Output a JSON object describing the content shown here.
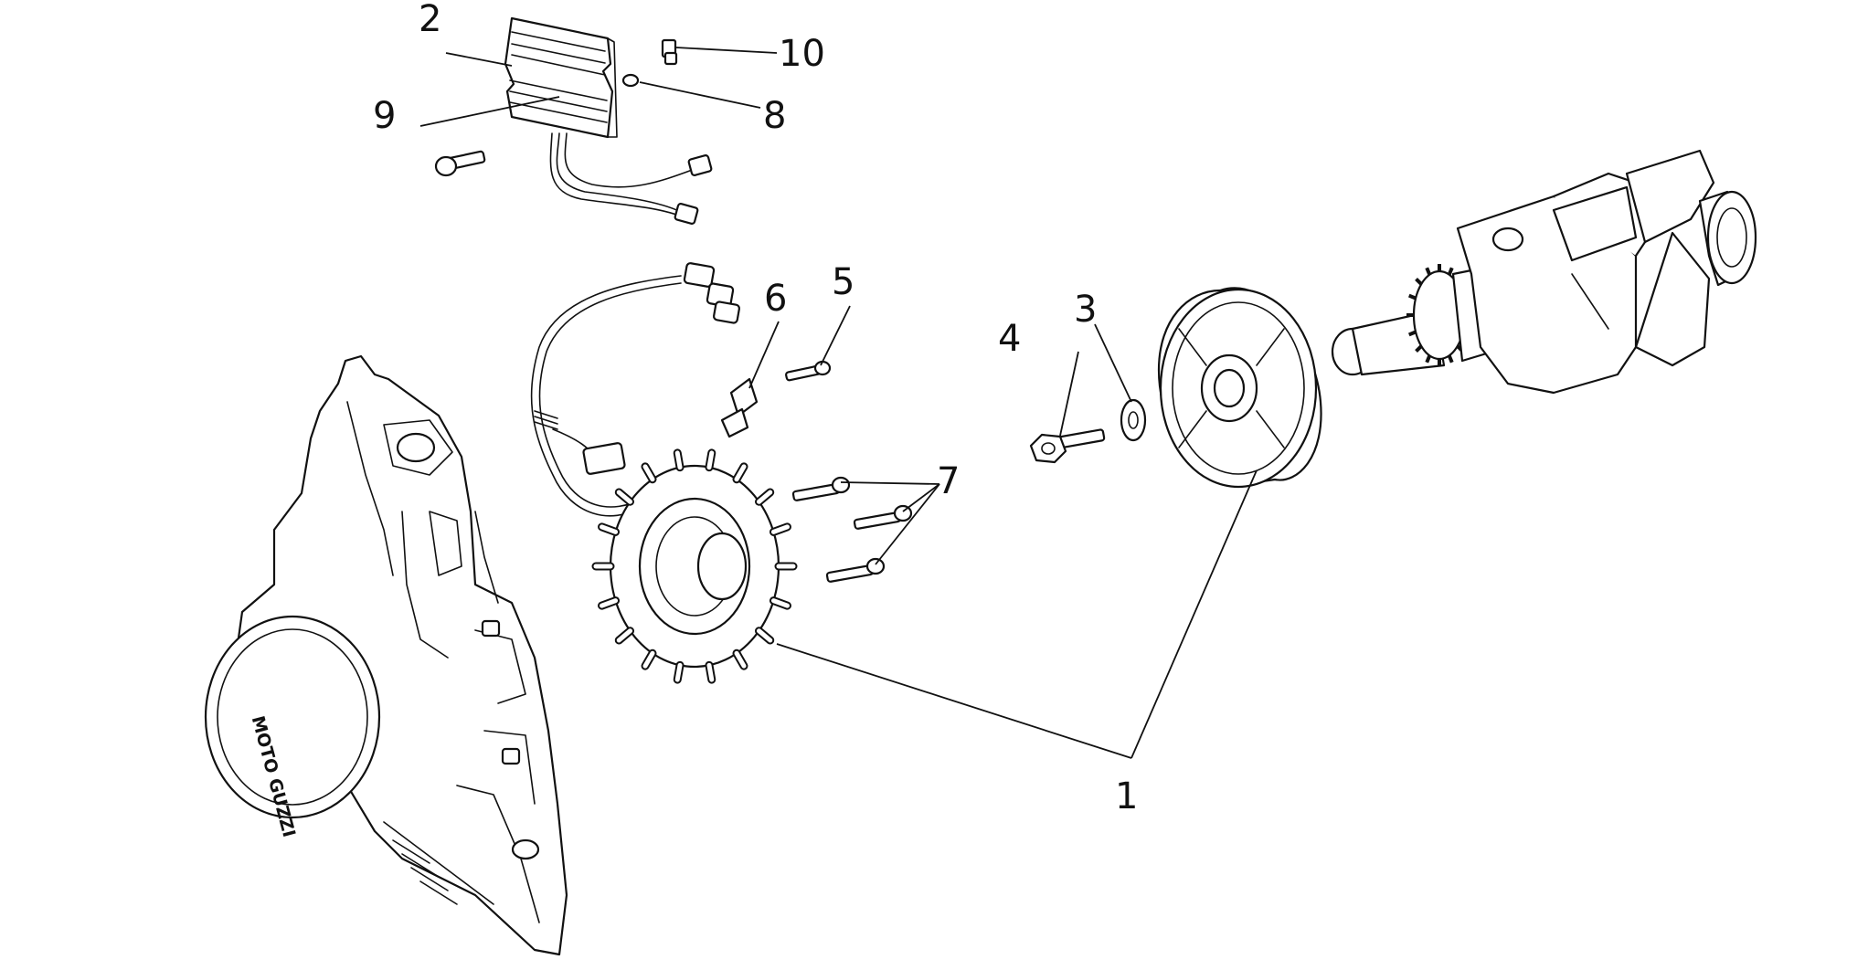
{
  "callouts": [
    {
      "id": "1",
      "label": "1"
    },
    {
      "id": "2",
      "label": "2"
    },
    {
      "id": "3",
      "label": "3"
    },
    {
      "id": "4",
      "label": "4"
    },
    {
      "id": "5",
      "label": "5"
    },
    {
      "id": "6",
      "label": "6"
    },
    {
      "id": "7",
      "label": "7"
    },
    {
      "id": "8",
      "label": "8"
    },
    {
      "id": "9",
      "label": "9"
    },
    {
      "id": "10",
      "label": "10"
    }
  ],
  "cover_logo": "MOTO GUZZI",
  "colors": {
    "line": "#111111",
    "background": "#ffffff"
  }
}
